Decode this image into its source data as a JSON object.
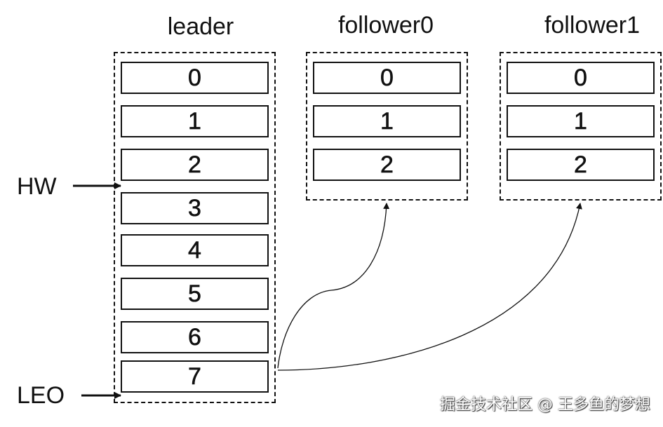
{
  "leader": {
    "title": "leader",
    "cells": [
      "0",
      "1",
      "2",
      "3",
      "4",
      "5",
      "6",
      "7"
    ]
  },
  "follower0": {
    "title": "follower0",
    "cells": [
      "0",
      "1",
      "2"
    ]
  },
  "follower1": {
    "title": "follower1",
    "cells": [
      "0",
      "1",
      "2"
    ]
  },
  "markers": {
    "hw": "HW",
    "leo": "LEO"
  },
  "watermark": "掘金技术社区 @ 王多鱼的梦想"
}
